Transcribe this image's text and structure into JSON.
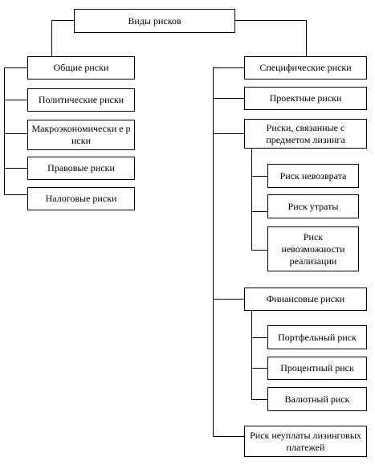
{
  "diagram": {
    "root": "Виды рисков",
    "general": {
      "title": "Общие риски",
      "items": [
        "Политические риски",
        "Макроэкономически е риски",
        "Правовые риски",
        "Налоговые риски"
      ]
    },
    "specific": {
      "title": "Специфические риски",
      "project": "Проектные риски",
      "leasing_subject": {
        "title": "Риски, связанные с предметом лизинга",
        "items": [
          "Риск невозврата",
          "Риск утраты",
          "Риск невозможности реализации"
        ]
      },
      "financial": {
        "title": "Финансовые риски",
        "items": [
          "Портфельный риск",
          "Процентный риск",
          "Валютный риск"
        ]
      },
      "nonpayment": "Риск неуплаты лизинговых платежей"
    }
  }
}
